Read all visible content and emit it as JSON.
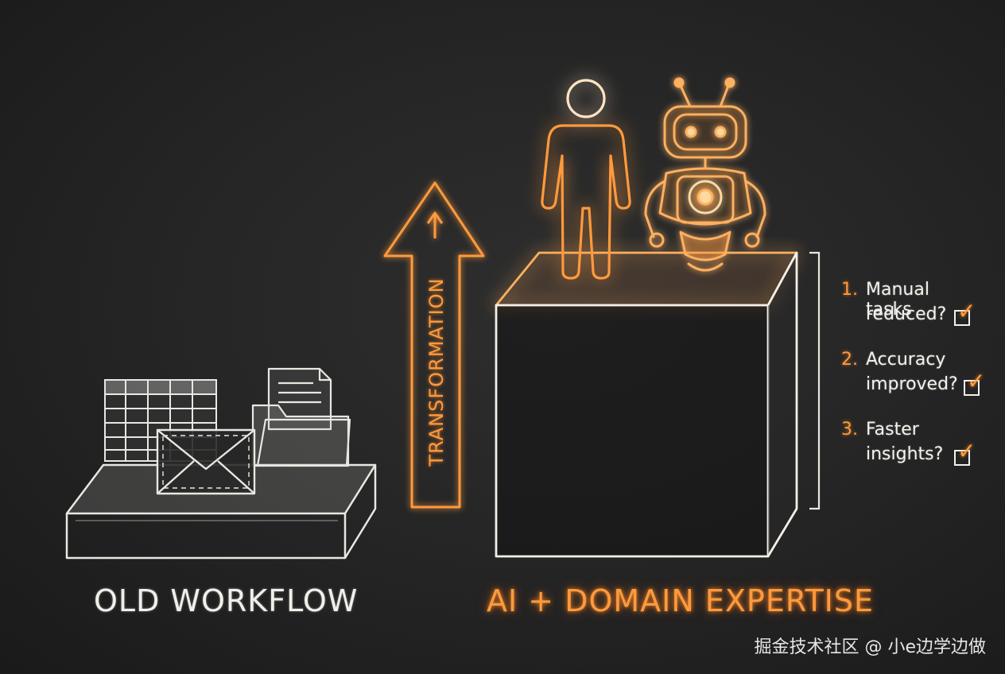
{
  "labels": {
    "old_workflow": "OLD WORKFLOW",
    "new_workflow": "AI + DOMAIN EXPERTISE",
    "arrow": "TRANSFORMATION"
  },
  "checklist": [
    {
      "number": "1.",
      "line1": "Manual tasks",
      "line2": "reduced?"
    },
    {
      "number": "2.",
      "line1": "Accuracy",
      "line2": "improved?"
    },
    {
      "number": "3.",
      "line1": "Faster",
      "line2": "insights?"
    }
  ],
  "watermark": "掘金技术社区 @ 小e边学边做",
  "colors": {
    "accent": "#ff9a3c",
    "chalk": "#f0f0ea",
    "board": "#262626"
  },
  "icons": {
    "old_items": [
      "spreadsheet-icon",
      "envelope-icon",
      "folder-icon"
    ],
    "new_items": [
      "person-icon",
      "robot-icon"
    ],
    "check": "checkmark-icon"
  }
}
